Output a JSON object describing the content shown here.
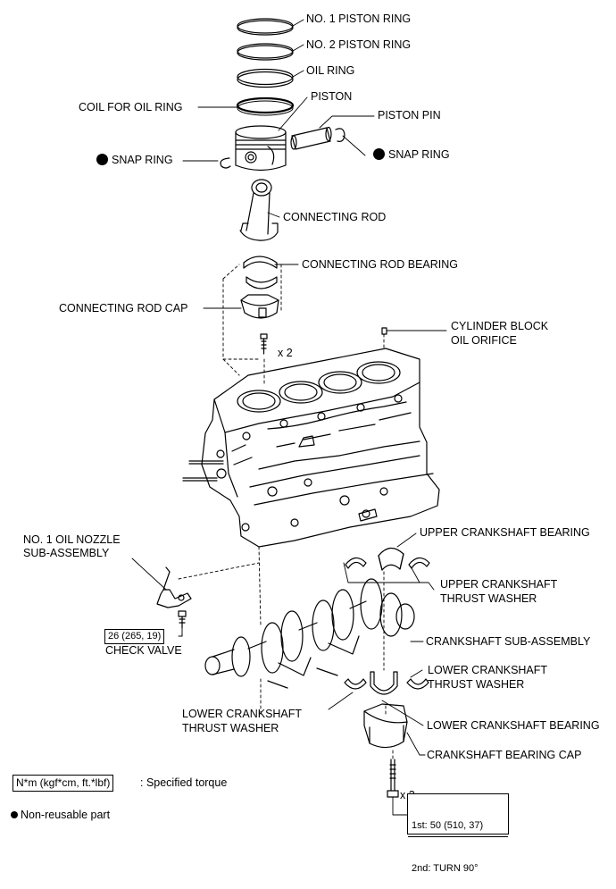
{
  "labels": {
    "no1_piston_ring": "NO. 1 PISTON RING",
    "no2_piston_ring": "NO. 2 PISTON RING",
    "oil_ring": "OIL RING",
    "coil_for_oil_ring": "COIL FOR OIL RING",
    "piston": "PISTON",
    "piston_pin": "PISTON PIN",
    "snap_ring_left": "SNAP RING",
    "snap_ring_right": "SNAP RING",
    "connecting_rod": "CONNECTING ROD",
    "connecting_rod_bearing": "CONNECTING ROD BEARING",
    "connecting_rod_cap": "CONNECTING ROD CAP",
    "rod_bolt_qty": "x 2",
    "cyl_block_oil_orifice_1": "CYLINDER BLOCK",
    "cyl_block_oil_orifice_2": "OIL ORIFICE",
    "no1_oil_nozzle_1": "NO. 1 OIL NOZZLE",
    "no1_oil_nozzle_2": "SUB-ASSEMBLY",
    "upper_crank_bearing": "UPPER CRANKSHAFT BEARING",
    "upper_thrust_1": "UPPER CRANKSHAFT",
    "upper_thrust_2": "THRUST WASHER",
    "check_valve_torque": "26 (265, 19)",
    "check_valve": "CHECK VALVE",
    "crankshaft_sub": "CRANKSHAFT SUB-ASSEMBLY",
    "lower_thrust_right_1": "LOWER CRANKSHAFT",
    "lower_thrust_right_2": "THRUST WASHER",
    "lower_thrust_left_1": "LOWER CRANKSHAFT",
    "lower_thrust_left_2": "THRUST WASHER",
    "lower_crank_bearing": "LOWER CRANKSHAFT BEARING",
    "crank_bearing_cap": "CRANKSHAFT BEARING CAP",
    "cap_bolt_qty": "x 2",
    "cap_torque_1": "1st: 50 (510, 37)",
    "cap_torque_2": "2nd: TURN 90°"
  },
  "legend": {
    "torque_unit": "N*m (kgf*cm, ft.*lbf)",
    "torque_desc": ": Specified torque",
    "non_reusable": "Non-reusable part"
  }
}
